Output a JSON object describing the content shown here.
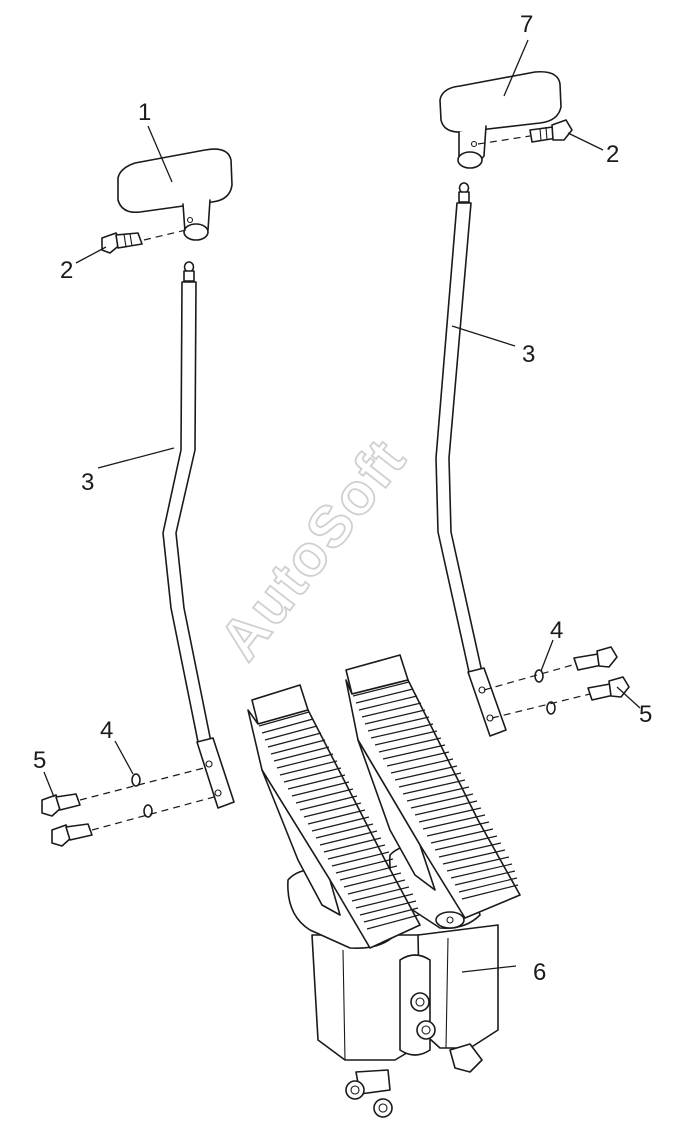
{
  "watermark": "AutoSoft",
  "callouts": {
    "left_knob": "1",
    "left_bolt": "2",
    "right_bolt": "2",
    "left_rod": "3",
    "right_rod": "3",
    "left_washer": "4",
    "right_washer": "4",
    "left_screw": "5",
    "right_screw": "5",
    "pedal_valve": "6",
    "right_knob": "7"
  }
}
